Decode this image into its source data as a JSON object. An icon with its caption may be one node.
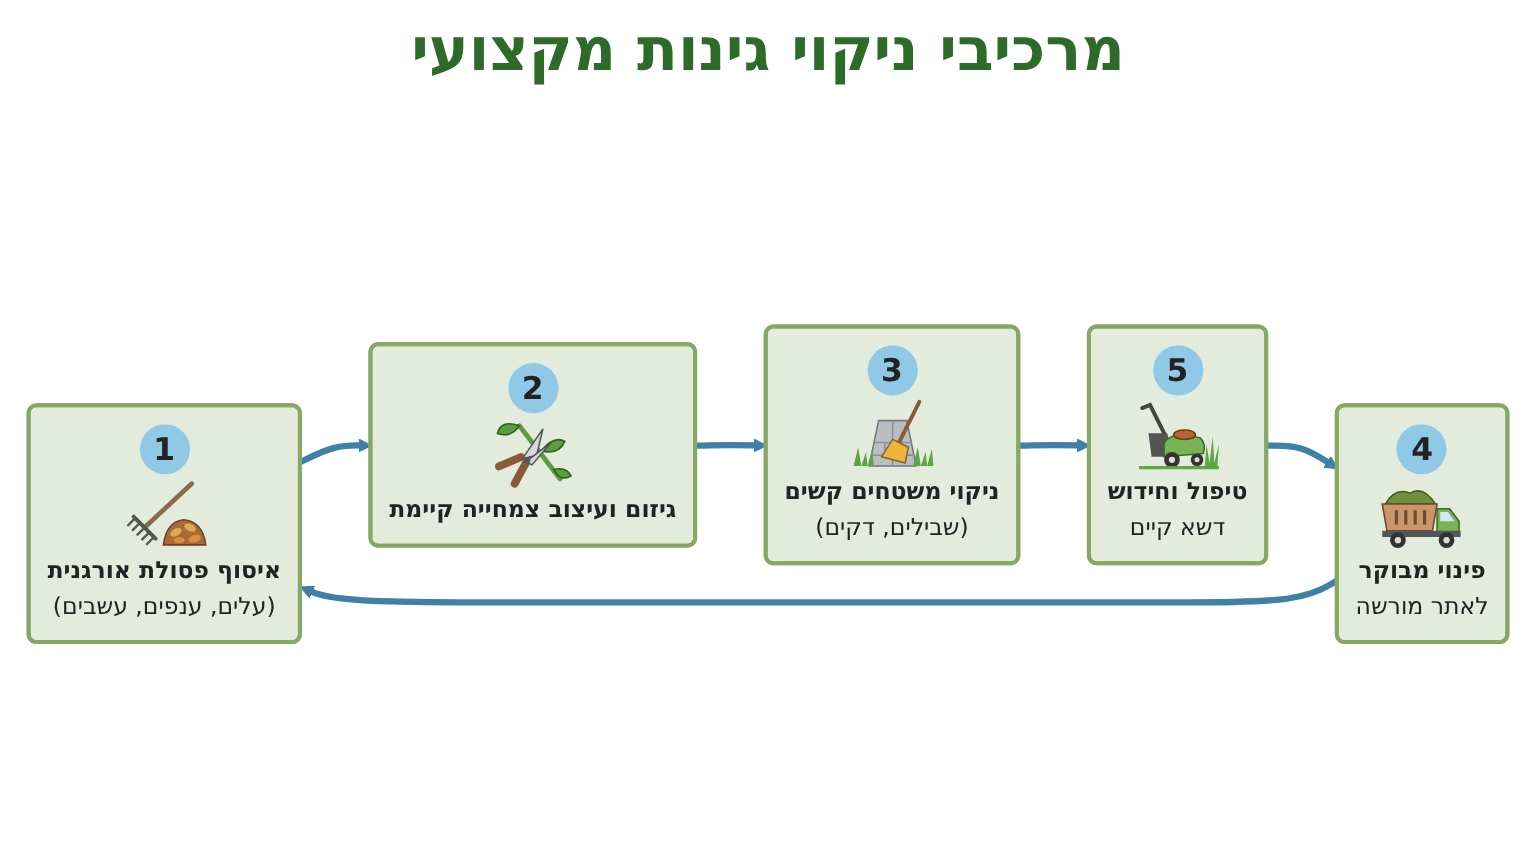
{
  "diagram": {
    "title": "מרכיבי ניקוי גינות מקצועי",
    "nodes": [
      {
        "text": [
          "1",
          "איסוף פסולת אורגנית",
          "(עלים, ענפים, עשבים)"
        ]
      },
      {
        "text": [
          "2",
          "גיזום ועיצוב צמחייה קיימת"
        ]
      },
      {
        "text": [
          "3",
          "ניקוי משטחים קשים",
          "(שבילים, דקים)"
        ]
      },
      {
        "text": [
          "4",
          "פינוי מבוקר",
          "לאתר מורשה"
        ]
      },
      {
        "text": [
          "5",
          "טיפול וחידוש",
          "דשא קיים"
        ]
      }
    ],
    "edges": [
      {
        "from": 0,
        "to": 1,
        "arrow": "to"
      },
      {
        "from": 1,
        "to": 2,
        "arrow": "to"
      },
      {
        "from": 2,
        "to": 4,
        "arrow": "to"
      },
      {
        "from": 4,
        "to": 3,
        "arrow": "to"
      },
      {
        "from": 3,
        "to": 0,
        "arrow": "to"
      }
    ]
  }
}
